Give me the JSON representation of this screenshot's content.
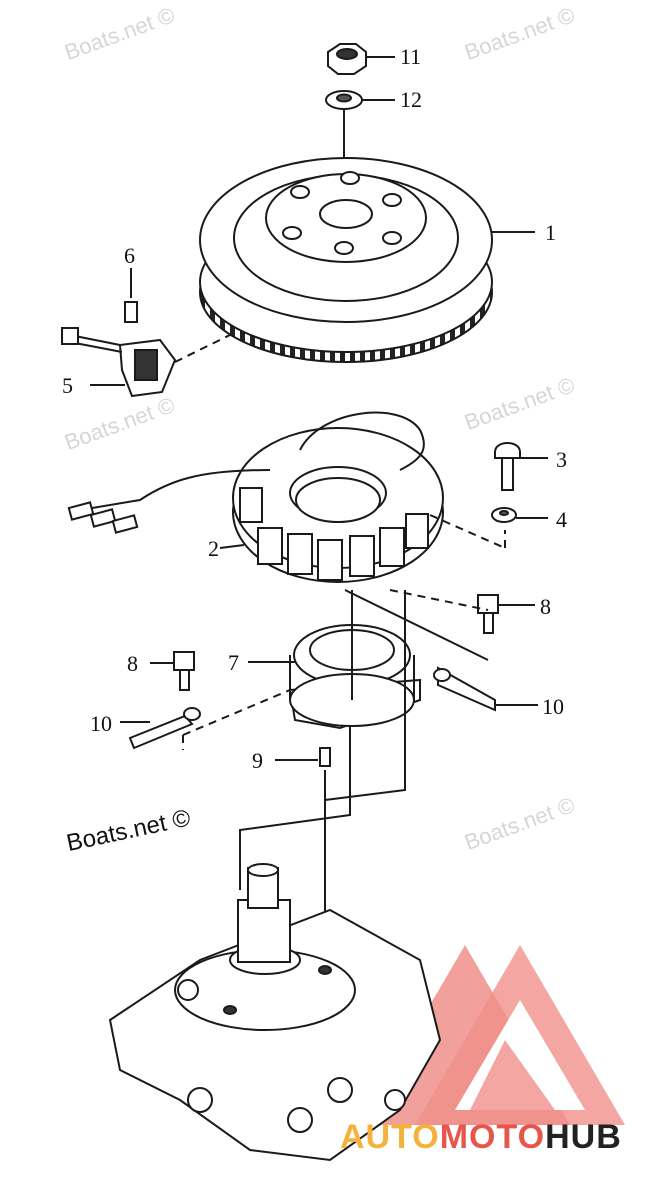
{
  "watermarks": {
    "faint": [
      "Boats.net ©",
      "Boats.net ©",
      "Boats.net ©",
      "Boats.net ©",
      "Boats.net ©"
    ],
    "dark": "Boats.net ©"
  },
  "callouts": [
    {
      "id": "p11",
      "label": "11"
    },
    {
      "id": "p12",
      "label": "12"
    },
    {
      "id": "p1",
      "label": "1"
    },
    {
      "id": "p6",
      "label": "6"
    },
    {
      "id": "p5",
      "label": "5"
    },
    {
      "id": "p3",
      "label": "3"
    },
    {
      "id": "p4",
      "label": "4"
    },
    {
      "id": "p2",
      "label": "2"
    },
    {
      "id": "p8a",
      "label": "8"
    },
    {
      "id": "p8b",
      "label": "8"
    },
    {
      "id": "p7",
      "label": "7"
    },
    {
      "id": "p10a",
      "label": "10"
    },
    {
      "id": "p10b",
      "label": "10"
    },
    {
      "id": "p9",
      "label": "9"
    }
  ],
  "brand": {
    "part1": "AUTO",
    "part2": "MOTO",
    "part3": "HUB"
  },
  "colors": {
    "line": "#1a1a1a",
    "watermark": "#d6d6d6",
    "logo_red": "#e7564b",
    "logo_orange": "#f4b13c"
  }
}
